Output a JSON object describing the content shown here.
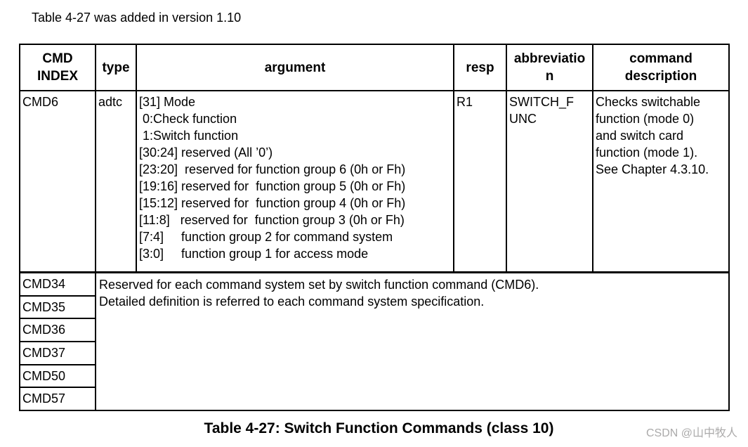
{
  "intro_text": "Table 4-27 was added in version 1.10",
  "table": {
    "headers": {
      "cmd_index": "CMD INDEX",
      "type": "type",
      "argument": "argument",
      "resp": "resp",
      "abbreviation": "abbreviatio\nn",
      "description": "command\ndescription"
    },
    "cmd6_row": {
      "cmd_index": "CMD6",
      "type": "adtc",
      "argument_lines": [
        "[31] Mode",
        " 0:Check function",
        " 1:Switch function",
        "[30:24] reserved (All ’0’)",
        "[23:20]  reserved for function group 6 (0h or Fh)",
        "[19:16] reserved for  function group 5 (0h or Fh)",
        "[15:12] reserved for  function group 4 (0h or Fh)",
        "[11:8]   reserved for  function group 3 (0h or Fh)",
        "[7:4]     function group 2 for command system",
        "[3:0]     function group 1 for access mode"
      ],
      "resp": "R1",
      "abbreviation": "SWITCH_F\nUNC",
      "description": "Checks switchable function (mode 0) and switch card function (mode 1). See Chapter 4.3.10."
    },
    "reserved_section": {
      "cmd_indices": [
        "CMD34",
        "CMD35",
        "CMD36",
        "CMD37",
        "CMD50",
        "CMD57"
      ],
      "note_lines": [
        "Reserved for each command system set by switch function command (CMD6).",
        "Detailed definition is referred to each command system specification."
      ]
    }
  },
  "caption": "Table 4-27: Switch Function Commands (class 10)",
  "watermark": "CSDN @山中牧人",
  "colors": {
    "text": "#000000",
    "border": "#000000",
    "watermark": "#abaaaa",
    "background": "#ffffff"
  }
}
